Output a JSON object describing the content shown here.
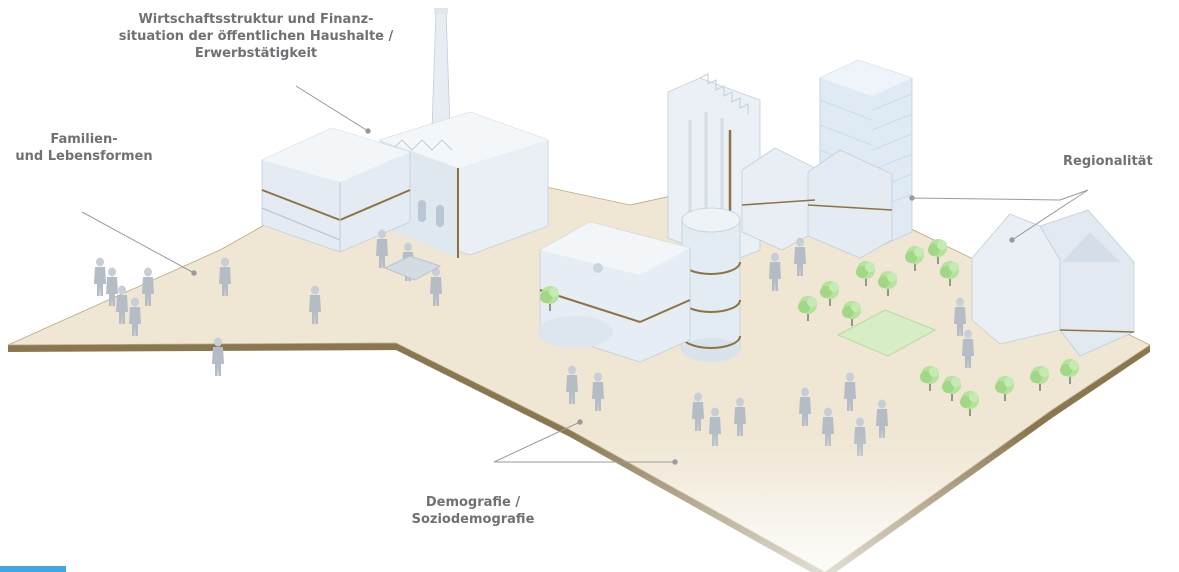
{
  "labels": {
    "wirtschaft": [
      "Wirtschaftsstruktur und Finanz-",
      "situation der öffentlichen Haushalte /",
      "Erwerbstätigkeit"
    ],
    "familien": [
      "Familien-",
      "und Lebensformen"
    ],
    "regional": [
      "Regionalität"
    ],
    "demografie": [
      "Demografie /",
      "Soziodemografie"
    ]
  },
  "colors": {
    "ground": "#efe6d3",
    "ground_edge": "#8a7750",
    "building": "#e8eef4",
    "building_shade": "#c9d6e2",
    "trim": "#8b7442",
    "tree": "#a8dc8e",
    "tree_dark": "#7cc35f",
    "person": "#b7bfc7",
    "label_text": "#6f7175",
    "leader": "#9a9a9a",
    "accent": "#43a6e0"
  },
  "icons": [
    "factory",
    "office-building",
    "high-rise",
    "round-tower",
    "house",
    "tree",
    "person"
  ]
}
